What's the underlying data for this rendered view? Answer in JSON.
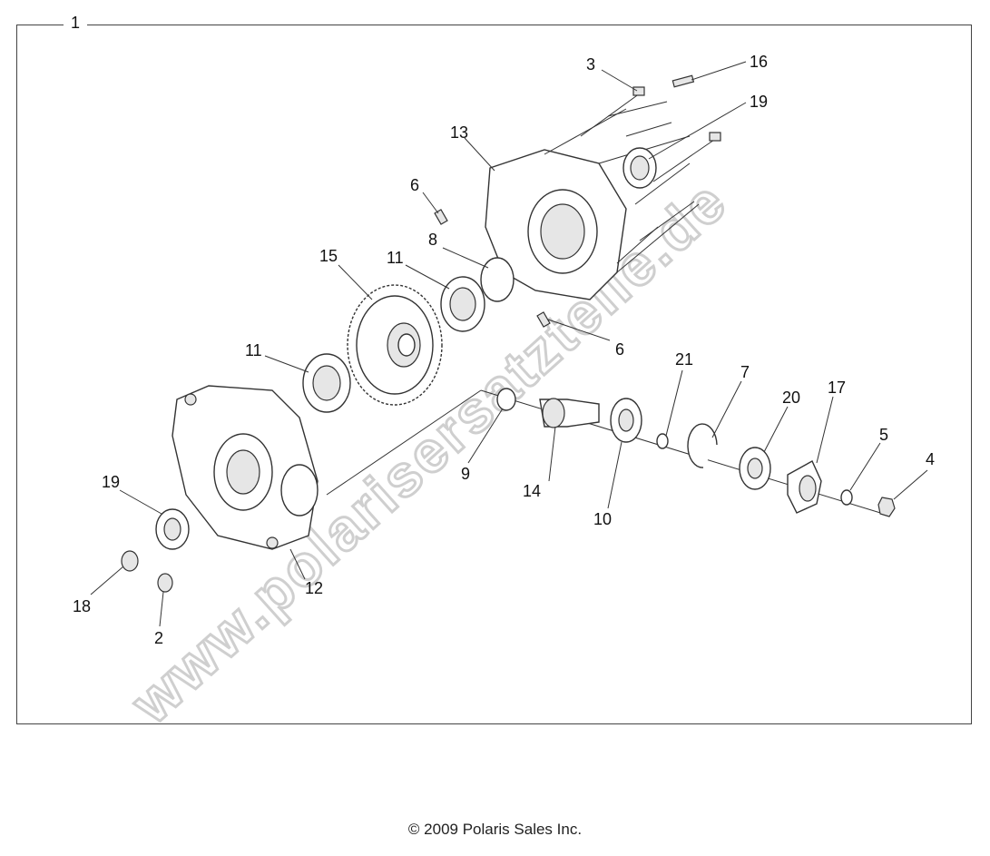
{
  "diagram": {
    "assembly_label": "1",
    "watermark": "www.polarisersatzteile.de",
    "copyright": "© 2009 Polaris Sales Inc.",
    "callouts": {
      "c3": "3",
      "c16": "16",
      "c19a": "19",
      "c13": "13",
      "c6a": "6",
      "c8": "8",
      "c11a": "11",
      "c15": "15",
      "c6b": "6",
      "c11b": "11",
      "c21": "21",
      "c7": "7",
      "c20": "20",
      "c17": "17",
      "c5": "5",
      "c4": "4",
      "c19b": "19",
      "c9": "9",
      "c14": "14",
      "c10": "10",
      "c12": "12",
      "c18": "18",
      "c2": "2"
    }
  }
}
